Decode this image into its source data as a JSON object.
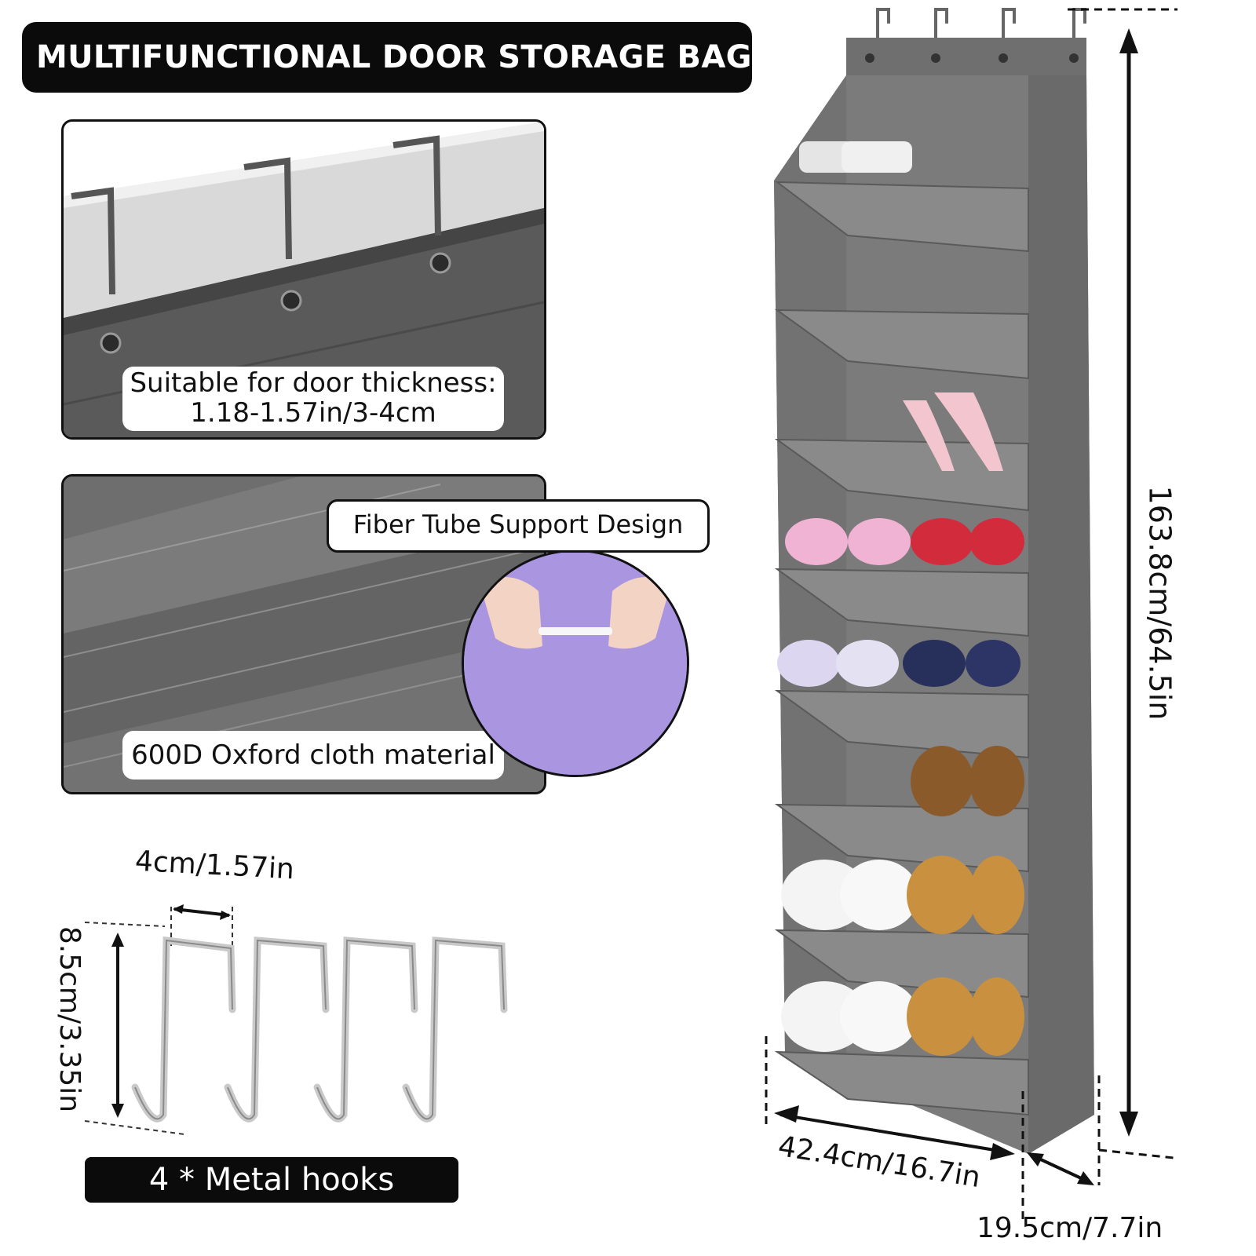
{
  "title": "MULTIFUNCTIONAL DOOR STORAGE BAG",
  "door_panel": {
    "caption_line1": "Suitable for door thickness:",
    "caption_line2": "1.18-1.57in/3-4cm"
  },
  "cloth_panel": {
    "callout": "Fiber Tube Support Design",
    "caption": "600D Oxford cloth material"
  },
  "hooks": {
    "width_dim": "4cm/1.57in",
    "height_dim": "8.5cm/3.35in",
    "label": "4 * Metal hooks"
  },
  "organizer": {
    "height_dim": "163.8cm/64.5in",
    "width_dim": "42.4cm/16.7in",
    "depth_dim": "19.5cm/7.7in"
  },
  "colors": {
    "fabric": "#7a7a7a",
    "fabric_dark": "#5a5a5a",
    "label_bg": "#0b0b0b",
    "circle_bg": "#a995e0"
  }
}
